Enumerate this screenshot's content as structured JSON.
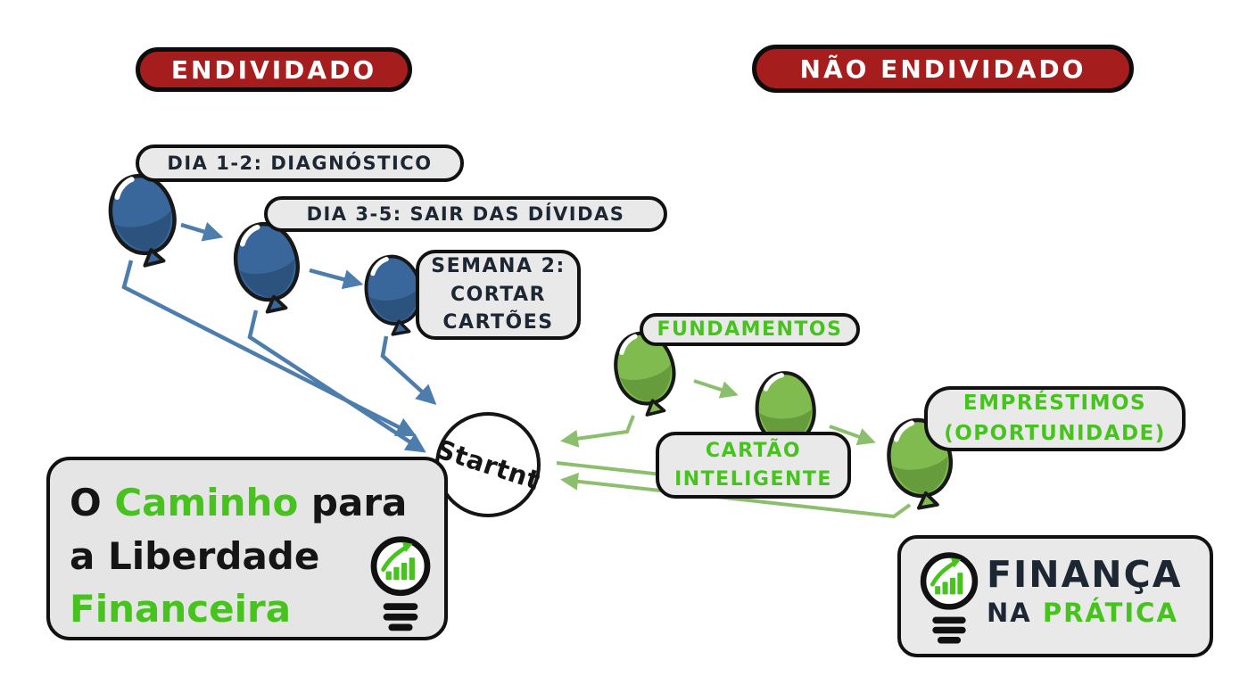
{
  "badges": {
    "endividado": "ENDIVIDADO",
    "nao_endividado": "NÃO ENDIVIDADO"
  },
  "debt_steps": {
    "step1": "DIA 1-2: DIAGNÓSTICO",
    "step2": "DIA 3-5: SAIR DAS DÍVIDAS",
    "step3": "SEMANA 2:\nCORTAR\nCARTÕES"
  },
  "wealth_steps": {
    "step1": "FUNDAMENTOS",
    "step2": "CARTÃO\nINTELIGENTE",
    "step3": "EMPRÉSTIMOS\n(OPORTUNIDADE)"
  },
  "center": {
    "label": "Startnt"
  },
  "main_title": {
    "seg1": "O ",
    "seg2": "Caminho",
    "seg3": " para",
    "line2": "a Liberdade",
    "line3": "Financeira"
  },
  "logo": {
    "line1": "FINANÇA",
    "line2_a": "NA ",
    "line2_b": "PRÁTICA"
  },
  "colors": {
    "badge_red": "#a51d1d",
    "text_green": "#47c31e",
    "text_navy": "#1c2733",
    "arrow_blue": "#4d7dad",
    "arrow_green": "#8cbf6d",
    "balloon_blue": "#39679c",
    "balloon_blue_shade": "#2c527e",
    "balloon_green": "#7fbb4e",
    "balloon_green_shade": "#669c3c",
    "label_bg": "#e9e9e9"
  }
}
